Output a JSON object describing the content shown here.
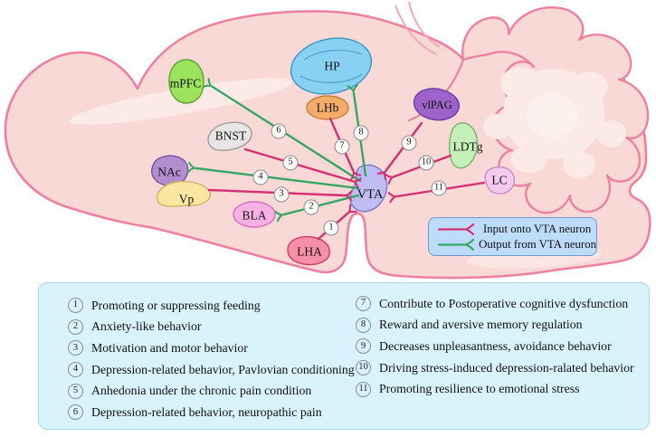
{
  "brain": {
    "regions": {
      "mpfc": "mPFC",
      "hp": "HP",
      "lhb": "LHb",
      "vlpag": "vlPAG",
      "ldtg": "LDTg",
      "lc": "LC",
      "bnst": "BNST",
      "nac": "NAc",
      "vp": "Vp",
      "bla": "BLA",
      "lha": "LHA",
      "vta": "VTA"
    },
    "markers": [
      "1",
      "2",
      "3",
      "4",
      "5",
      "6",
      "7",
      "8",
      "9",
      "10",
      "11"
    ],
    "legend": {
      "input": "Input onto VTA neuron",
      "output": "Output from VTA neuron"
    }
  },
  "colors": {
    "input_line": "#d53071",
    "output_line": "#33a763",
    "brain_fill": "#f9d9d6",
    "brain_outline": "#f0809f",
    "vta_legend_box": "#bddcfb",
    "list_box": "#d8f3fb"
  },
  "list": {
    "items": [
      {
        "num": "1",
        "text": "Promoting or suppressing feeding"
      },
      {
        "num": "2",
        "text": "Anxiety-like behavior"
      },
      {
        "num": "3",
        "text": "Motivation and motor behavior"
      },
      {
        "num": "4",
        "text": "Depression-related behavior, Pavlovian conditioning"
      },
      {
        "num": "5",
        "text": "Anhedonia under the chronic pain condition"
      },
      {
        "num": "6",
        "text": "Depression-related behavior, neuropathic pain"
      },
      {
        "num": "7",
        "text": "Contribute to Postoperative cognitive dysfunction"
      },
      {
        "num": "8",
        "text": "Reward and aversive memory regulation"
      },
      {
        "num": "9",
        "text": "Decreases unpleasantness, avoidance behavior"
      },
      {
        "num": "10",
        "text": "Driving stress-induced depression-ralated behavior"
      },
      {
        "num": "11",
        "text": "Promoting resilience to emotional stress"
      }
    ]
  }
}
